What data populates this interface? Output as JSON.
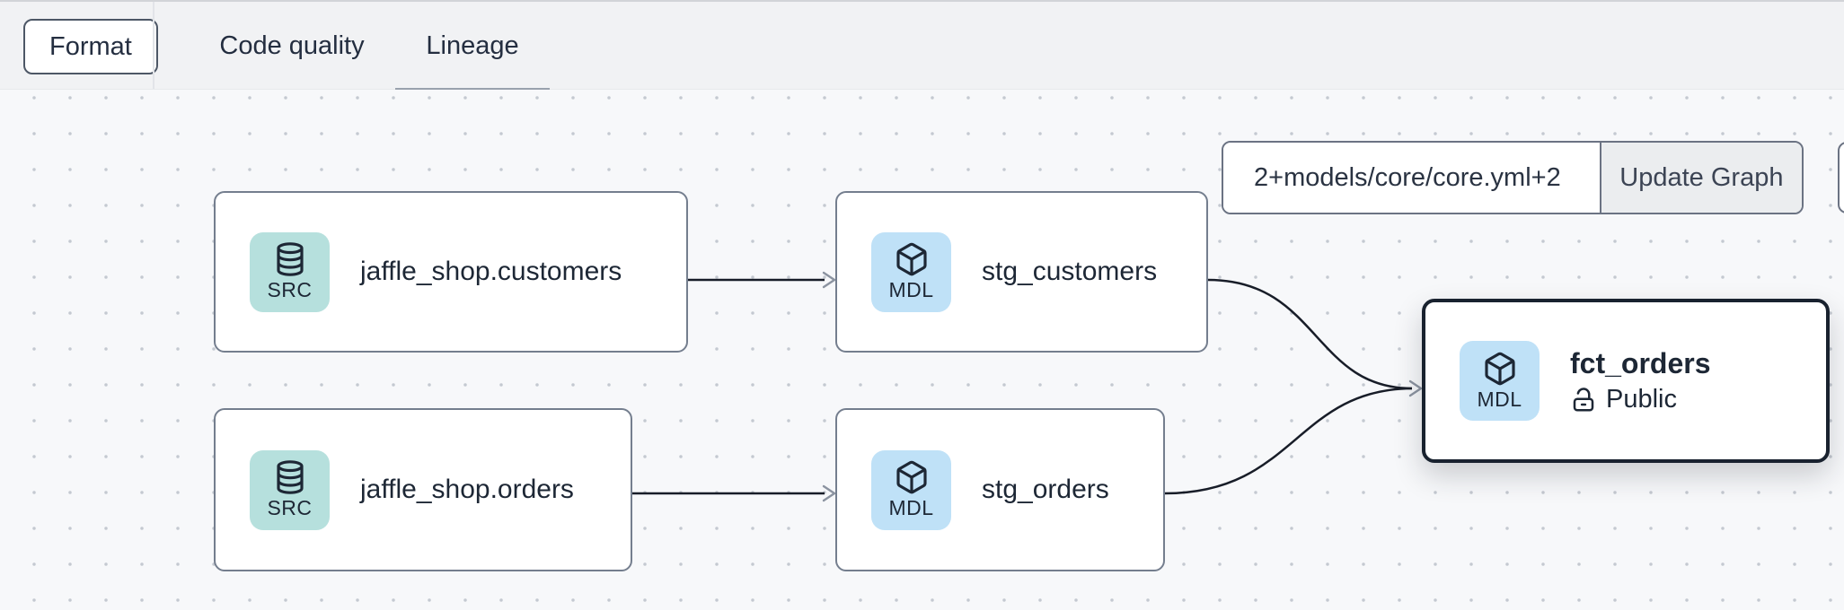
{
  "toolbar": {
    "format_button_label": "Format",
    "tabs": [
      {
        "label": "Code quality",
        "active": false
      },
      {
        "label": "Lineage",
        "active": true
      }
    ]
  },
  "lineage": {
    "selector": {
      "value": "2+models/core/core.yml+2",
      "update_button_label": "Update Graph"
    },
    "nodes": [
      {
        "id": "jaffle_shop.customers",
        "label": "jaffle_shop.customers",
        "type": "source",
        "badge": "SRC",
        "icon": "database-icon"
      },
      {
        "id": "stg_customers",
        "label": "stg_customers",
        "type": "model",
        "badge": "MDL",
        "icon": "cube-icon"
      },
      {
        "id": "jaffle_shop.orders",
        "label": "jaffle_shop.orders",
        "type": "source",
        "badge": "SRC",
        "icon": "database-icon"
      },
      {
        "id": "stg_orders",
        "label": "stg_orders",
        "type": "model",
        "badge": "MDL",
        "icon": "cube-icon"
      },
      {
        "id": "fct_orders",
        "label": "fct_orders",
        "type": "model",
        "badge": "MDL",
        "icon": "cube-icon",
        "access": "Public",
        "selected": true
      }
    ],
    "edges": [
      {
        "from": "jaffle_shop.customers",
        "to": "stg_customers"
      },
      {
        "from": "jaffle_shop.orders",
        "to": "stg_orders"
      },
      {
        "from": "stg_customers",
        "to": "fct_orders"
      },
      {
        "from": "stg_orders",
        "to": "fct_orders"
      }
    ],
    "colors": {
      "source_badge_bg": "#b6e0dd",
      "model_badge_bg": "#bfe1f7",
      "node_border": "#747e8e",
      "selected_node_border": "#19222f",
      "edge_line": "#181d28",
      "arrowhead": "#8b93a0",
      "tab_underline": "#99a1ad"
    }
  }
}
